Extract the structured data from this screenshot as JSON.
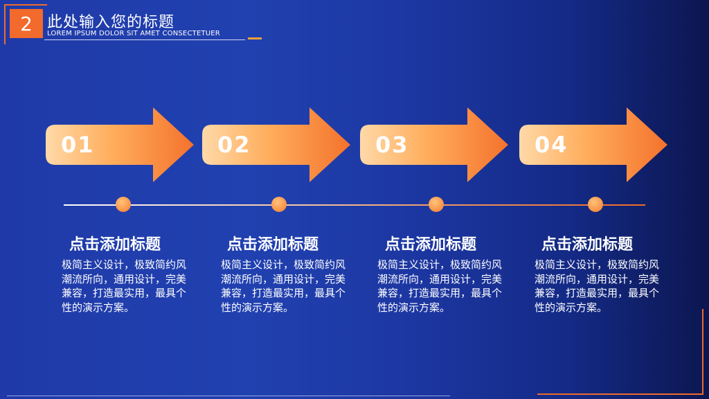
{
  "header": {
    "badge": "2",
    "title": "此处输入您的标题",
    "subtitle": "LOREM IPSUM DOLOR SIT AMET CONSECTETUER"
  },
  "steps": [
    {
      "number": "01",
      "title": "点击添加标题",
      "text": "极简主义设计，极致简约风潮流所向，通用设计，完美兼容，打造最实用，最具个性的演示方案。"
    },
    {
      "number": "02",
      "title": "点击添加标题",
      "text": "极简主义设计，极致简约风潮流所向，通用设计，完美兼容，打造最实用，最具个性的演示方案。"
    },
    {
      "number": "03",
      "title": "点击添加标题",
      "text": "极简主义设计，极致简约风潮流所向，通用设计，完美兼容，打造最实用，最具个性的演示方案。"
    },
    {
      "number": "04",
      "title": "点击添加标题",
      "text": "极简主义设计，极致简约风潮流所向，通用设计，完美兼容，打造最实用，最具个性的演示方案。"
    }
  ],
  "colors": {
    "accent": "#f26a2c",
    "arrow_start": "#ffd7a6",
    "arrow_end": "#f4722c"
  }
}
